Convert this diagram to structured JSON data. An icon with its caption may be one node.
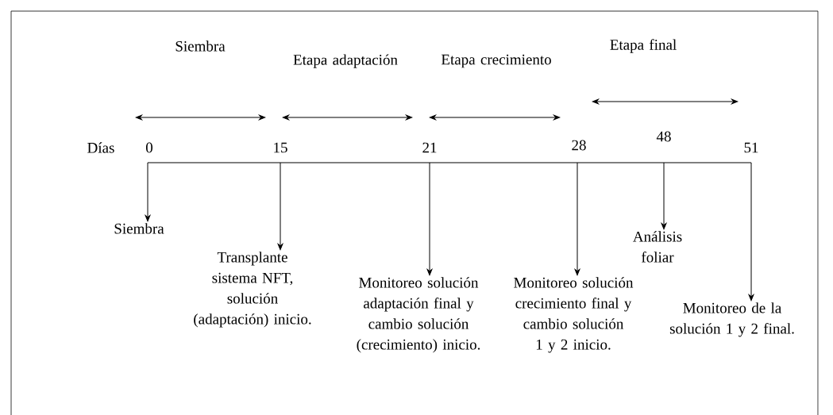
{
  "diagram": {
    "nodes": [
      {
        "text": [
          "Siembra"
        ]
      },
      {
        "text": [
          "Transplante sistema NFT, solución (adaptación) inicio."
        ]
      },
      {
        "text": [
          "Monitoreo solución adaptación final y cambio solución (crecimiento) inicio."
        ]
      },
      {
        "text": [
          "Monitoreo solución crecimiento final y cambio solución 1 y 2 inicio."
        ]
      },
      {
        "text": [
          "Análisis foliar"
        ]
      },
      {
        "text": [
          "Monitoreo de la solución 1 y 2 final."
        ]
      }
    ],
    "edges": [
      {
        "from": null,
        "to": 0,
        "arrow": "to"
      },
      {
        "from": null,
        "to": 1,
        "arrow": "to"
      },
      {
        "from": null,
        "to": 2,
        "arrow": "to"
      },
      {
        "from": null,
        "to": 3,
        "arrow": "to"
      },
      {
        "from": null,
        "to": 4,
        "arrow": "to"
      },
      {
        "from": null,
        "to": 5,
        "arrow": "to"
      }
    ],
    "labels": [
      "Siembra",
      "Etapa adaptación",
      "Etapa crecimiento",
      "Etapa final",
      "Días",
      "0",
      "15",
      "21",
      "28",
      "48",
      "51"
    ]
  }
}
